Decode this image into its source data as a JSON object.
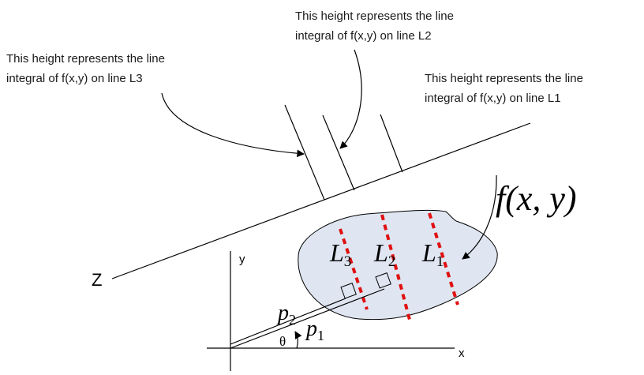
{
  "annotations": {
    "l2": {
      "line1": "This height represents the line",
      "line2": "integral of f(x,y) on line L2"
    },
    "l3": {
      "line1": "This height represents the line",
      "line2": "integral of f(x,y) on line L3"
    },
    "l1": {
      "line1": "This height represents the line",
      "line2": "integral of f(x,y) on line L1"
    }
  },
  "labels": {
    "z_axis": "Z",
    "function": "f(x, y)",
    "line_l3": {
      "base": "L",
      "sub": "3"
    },
    "line_l2": {
      "base": "L",
      "sub": "2"
    },
    "line_l1": {
      "base": "L",
      "sub": "1"
    },
    "p2": {
      "base": "p",
      "sub": "2"
    },
    "p1": {
      "base": "p",
      "sub": "1"
    },
    "theta": "θ",
    "x_axis": "x",
    "y_axis": "y"
  },
  "colors": {
    "region_fill": "#dfe6f2",
    "dashed_lines": "#e01010",
    "ink": "#000000"
  }
}
